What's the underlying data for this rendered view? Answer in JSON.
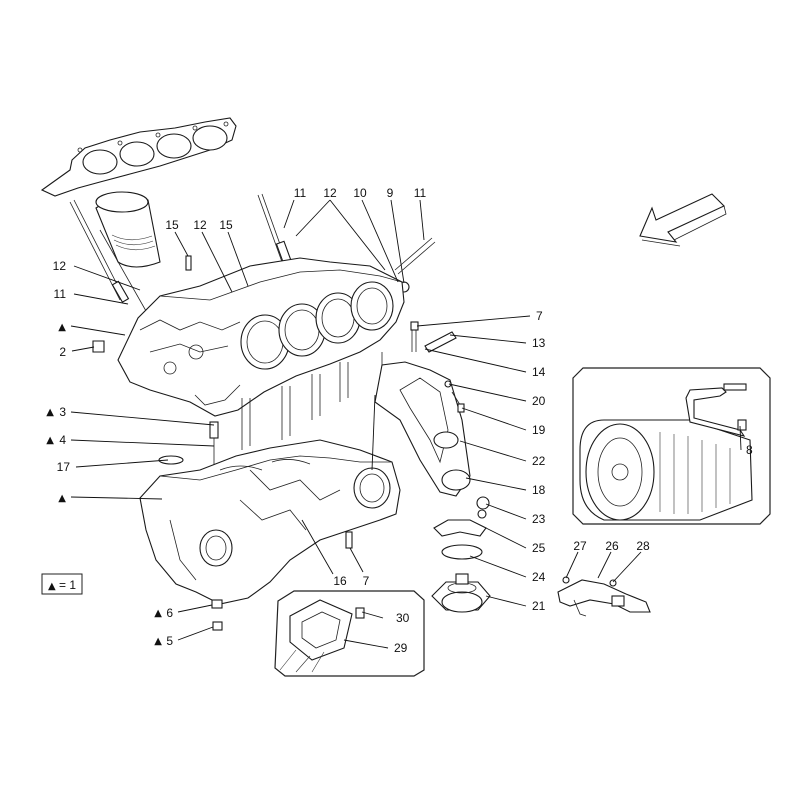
{
  "legend": {
    "symbol": "▲",
    "text": "= 1"
  },
  "callouts": [
    {
      "id": "c11a",
      "label": "11",
      "marked": false
    },
    {
      "id": "c12a",
      "label": "12",
      "marked": false
    },
    {
      "id": "c10",
      "label": "10",
      "marked": false
    },
    {
      "id": "c9",
      "label": "9",
      "marked": false
    },
    {
      "id": "c11b",
      "label": "11",
      "marked": false
    },
    {
      "id": "c15a",
      "label": "15",
      "marked": false
    },
    {
      "id": "c12b",
      "label": "12",
      "marked": false
    },
    {
      "id": "c15b",
      "label": "15",
      "marked": false
    },
    {
      "id": "c12c",
      "label": "12",
      "marked": false
    },
    {
      "id": "c11c",
      "label": "11",
      "marked": false
    },
    {
      "id": "cT1",
      "label": "",
      "marked": true
    },
    {
      "id": "c2",
      "label": "2",
      "marked": false
    },
    {
      "id": "c3",
      "label": "3",
      "marked": true
    },
    {
      "id": "c4",
      "label": "4",
      "marked": true
    },
    {
      "id": "c17",
      "label": "17",
      "marked": false
    },
    {
      "id": "cT2",
      "label": "",
      "marked": true
    },
    {
      "id": "c6",
      "label": "6",
      "marked": true
    },
    {
      "id": "c5",
      "label": "5",
      "marked": true
    },
    {
      "id": "c16",
      "label": "16",
      "marked": false
    },
    {
      "id": "c7b",
      "label": "7",
      "marked": false
    },
    {
      "id": "c7a",
      "label": "7",
      "marked": false
    },
    {
      "id": "c13",
      "label": "13",
      "marked": false
    },
    {
      "id": "c14",
      "label": "14",
      "marked": false
    },
    {
      "id": "c20",
      "label": "20",
      "marked": false
    },
    {
      "id": "c19",
      "label": "19",
      "marked": false
    },
    {
      "id": "c22",
      "label": "22",
      "marked": false
    },
    {
      "id": "c18",
      "label": "18",
      "marked": false
    },
    {
      "id": "c23",
      "label": "23",
      "marked": false
    },
    {
      "id": "c25",
      "label": "25",
      "marked": false
    },
    {
      "id": "c24",
      "label": "24",
      "marked": false
    },
    {
      "id": "c21",
      "label": "21",
      "marked": false
    },
    {
      "id": "c30",
      "label": "30",
      "marked": false
    },
    {
      "id": "c29",
      "label": "29",
      "marked": false
    },
    {
      "id": "c8",
      "label": "8",
      "marked": false
    },
    {
      "id": "c27",
      "label": "27",
      "marked": false
    },
    {
      "id": "c26",
      "label": "26",
      "marked": false
    },
    {
      "id": "c28",
      "label": "28",
      "marked": false
    }
  ]
}
